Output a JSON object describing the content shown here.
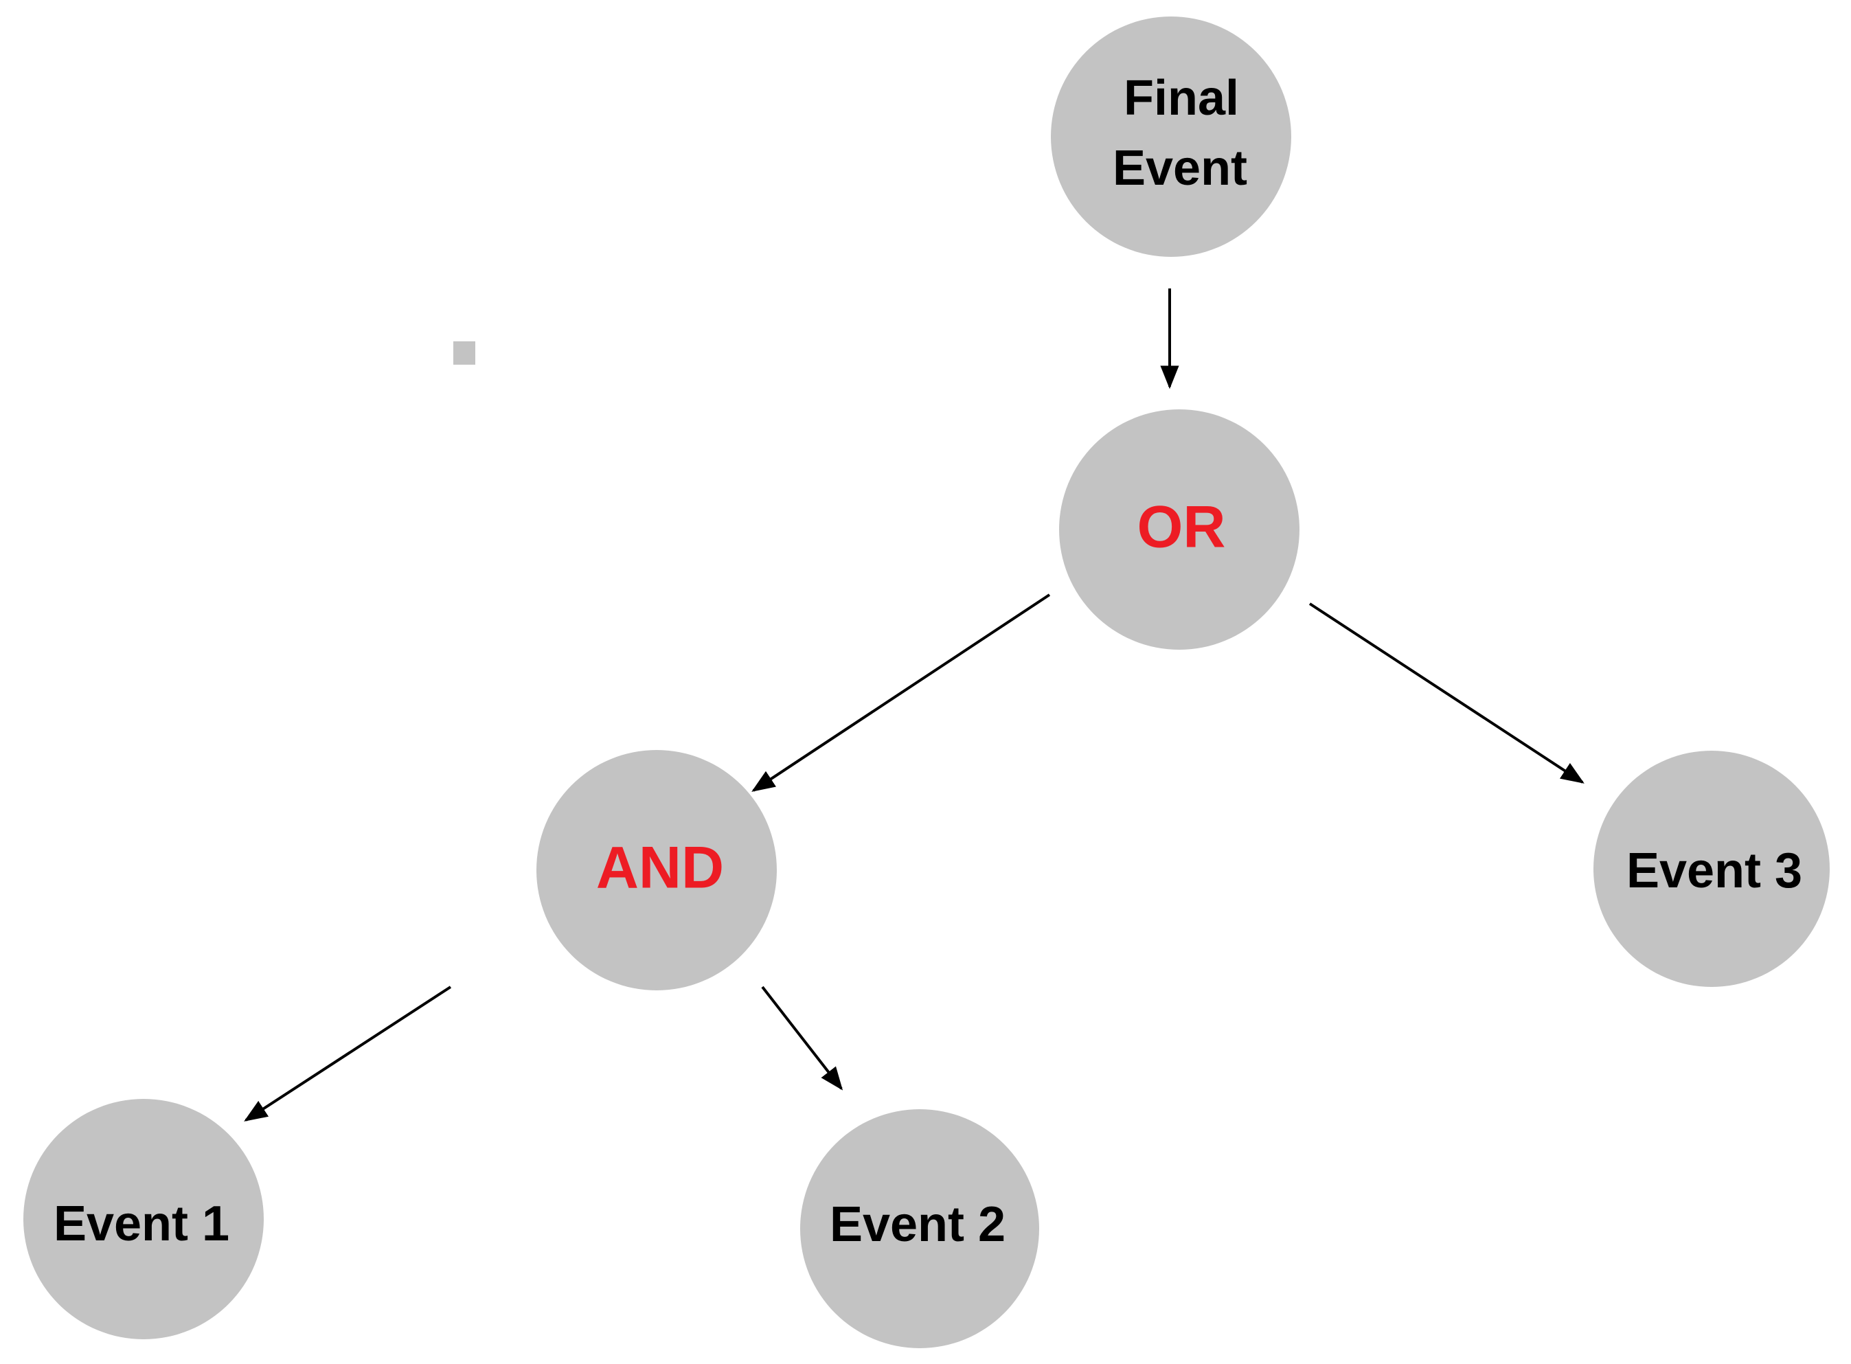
{
  "colors": {
    "node_fill": "#c3c3c3",
    "event_text": "#000000",
    "gate_text": "#ed1c24",
    "edge": "#000000",
    "background": "#ffffff"
  },
  "nodes": {
    "final_event": {
      "line1": "Final",
      "line2": "Event"
    },
    "or_gate": {
      "label": "OR"
    },
    "and_gate": {
      "label": "AND"
    },
    "event_1": {
      "label": "Event 1"
    },
    "event_2": {
      "label": "Event 2"
    },
    "event_3": {
      "label": "Event 3"
    }
  },
  "edges": [
    {
      "from": "final_event",
      "to": "or_gate"
    },
    {
      "from": "or_gate",
      "to": "and_gate"
    },
    {
      "from": "or_gate",
      "to": "event_3"
    },
    {
      "from": "and_gate",
      "to": "event_1"
    },
    {
      "from": "and_gate",
      "to": "event_2"
    }
  ]
}
